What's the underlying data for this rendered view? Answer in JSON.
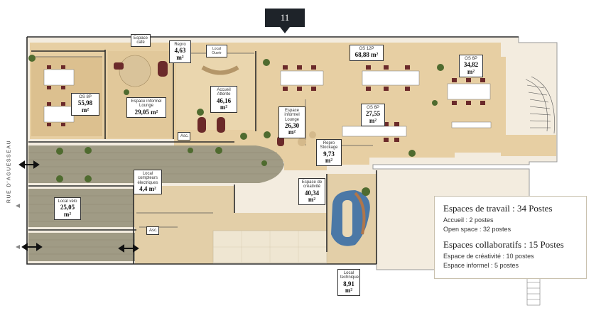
{
  "floor": "11",
  "street": "RUE D'AGUESSEAU",
  "rooms": [
    {
      "id": "os-8p",
      "name": "OS 8P",
      "area": "55,98 m²"
    },
    {
      "id": "espace-cafe",
      "name": "Espace café",
      "area": ""
    },
    {
      "id": "repro-1",
      "name": "Repro",
      "area": "4,63 m²"
    },
    {
      "id": "local-ouvrir",
      "name": "Local Ouvrir",
      "area": ""
    },
    {
      "id": "espace-informel-lounge-1",
      "name": "Espace informel Lounge",
      "area": "29,05 m²"
    },
    {
      "id": "accueil-attente",
      "name": "Accueil Attente",
      "area": "46,16 m²"
    },
    {
      "id": "os-12p",
      "name": "OS 12P",
      "area": "68,88 m²"
    },
    {
      "id": "os-6p-1",
      "name": "OS 6P",
      "area": "34,82 m²"
    },
    {
      "id": "os-6p-2",
      "name": "OS 6P",
      "area": "27,55 m²"
    },
    {
      "id": "espace-informel-lounge-2",
      "name": "Espace informel Lounge",
      "area": "26,30 m²"
    },
    {
      "id": "repro-stockage",
      "name": "Repro Stockage",
      "area": "9,73 m²"
    },
    {
      "id": "local-compteurs",
      "name": "Local compteurs électriques",
      "area": "4,4 m²"
    },
    {
      "id": "espace-creativite",
      "name": "Espace de créativité",
      "area": "40,34 m²"
    },
    {
      "id": "local-velo",
      "name": "Local vélo",
      "area": "25,05 m²"
    },
    {
      "id": "local-technique",
      "name": "Local technique",
      "area": "8,91 m²"
    }
  ],
  "asc": "Asc.",
  "summary": {
    "work_title": "Espaces de travail : 34 Postes",
    "work_lines": [
      "Accueil : 2 postes",
      "Open space : 32 postes"
    ],
    "collab_title": "Espaces collaboratifs : 15 Postes",
    "collab_lines": [
      "Espace de créativité : 10 postes",
      "Espace informel : 5 postes"
    ]
  },
  "colors": {
    "floor_wood": "#e7cfa3",
    "floor_grey": "#a09b85",
    "wall": "#2b2b2b",
    "desk": "#ffffff",
    "chair": "#6b2a2a",
    "plant": "#4f6b2f",
    "badge": "#1e2329"
  }
}
